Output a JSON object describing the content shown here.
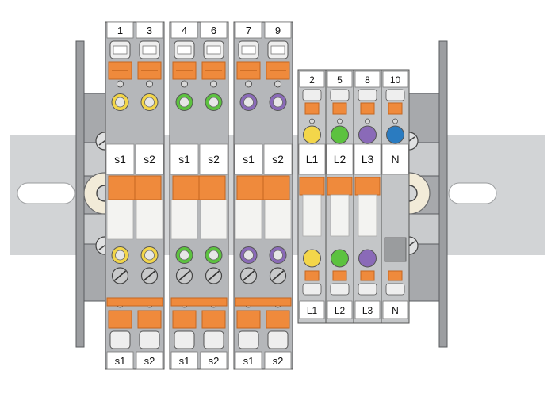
{
  "colors": {
    "rail": "#d2d4d6",
    "body_gray": "#b5b7ba",
    "dark_gray": "#8a8c8f",
    "orange": "#ef8a3c",
    "orange_dark": "#c5661f",
    "yellow": "#f3d64a",
    "green": "#5cc23f",
    "purple": "#8a6ab8",
    "blue": "#2a7bc0",
    "cream": "#f2ebd8"
  },
  "transformer_group": {
    "blocks": [
      {
        "top_numbers": [
          "1",
          "3"
        ],
        "mid_labels": [
          "s1",
          "s2"
        ],
        "bottom_labels": [
          "s1",
          "s2"
        ],
        "ring_color": "yellow"
      },
      {
        "top_numbers": [
          "4",
          "6"
        ],
        "mid_labels": [
          "s1",
          "s2"
        ],
        "bottom_labels": [
          "s1",
          "s2"
        ],
        "ring_color": "green"
      },
      {
        "top_numbers": [
          "7",
          "9"
        ],
        "mid_labels": [
          "s1",
          "s2"
        ],
        "bottom_labels": [
          "s1",
          "s2"
        ],
        "ring_color": "purple"
      }
    ]
  },
  "voltage_group": {
    "terminals": [
      {
        "top_number": "2",
        "mid_label": "L1",
        "bottom_label": "L1",
        "ring_color": "yellow"
      },
      {
        "top_number": "5",
        "mid_label": "L2",
        "bottom_label": "L2",
        "ring_color": "green"
      },
      {
        "top_number": "8",
        "mid_label": "L3",
        "bottom_label": "L3",
        "ring_color": "purple"
      },
      {
        "top_number": "10",
        "mid_label": "N",
        "bottom_label": "N",
        "ring_color": "blue"
      }
    ]
  },
  "icons": {
    "left_end_clamp": "end-clamp-icon",
    "right_end_clamp": "end-clamp-icon",
    "screw": "screw-icon",
    "lever": "lever-icon"
  }
}
